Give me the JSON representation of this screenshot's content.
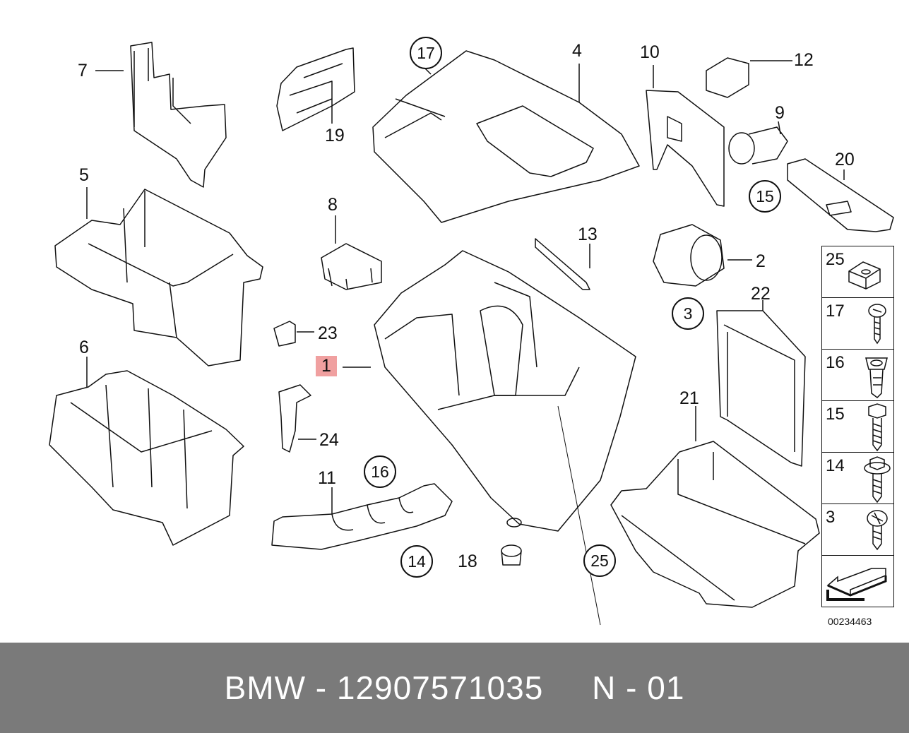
{
  "part_labels": {
    "p1": "1",
    "p2": "2",
    "p4": "4",
    "p5": "5",
    "p6": "6",
    "p7": "7",
    "p8": "8",
    "p9": "9",
    "p10": "10",
    "p11": "11",
    "p12": "12",
    "p13": "13",
    "p18": "18",
    "p19": "19",
    "p20": "20",
    "p21": "21",
    "p22": "22",
    "p23": "23",
    "p24": "24"
  },
  "circled_labels": {
    "c17": "17",
    "c16": "16",
    "c15": "15",
    "c3": "3",
    "c14": "14",
    "c25": "25"
  },
  "legend": [
    {
      "label": "25",
      "icon": "clip-nut-icon"
    },
    {
      "label": "17",
      "icon": "fillister-screw-icon"
    },
    {
      "label": "16",
      "icon": "expanding-nut-icon"
    },
    {
      "label": "15",
      "icon": "hex-screw-icon"
    },
    {
      "label": "14",
      "icon": "flange-screw-icon"
    },
    {
      "label": "3",
      "icon": "oval-head-screw-icon"
    }
  ],
  "diagram_id": "00234463",
  "footer": {
    "text": "BMW - 12907571035     N - 01"
  },
  "colors": {
    "footer_bg": "#7a7a7a",
    "highlight": "#f0a0a0",
    "line": "#111111"
  }
}
